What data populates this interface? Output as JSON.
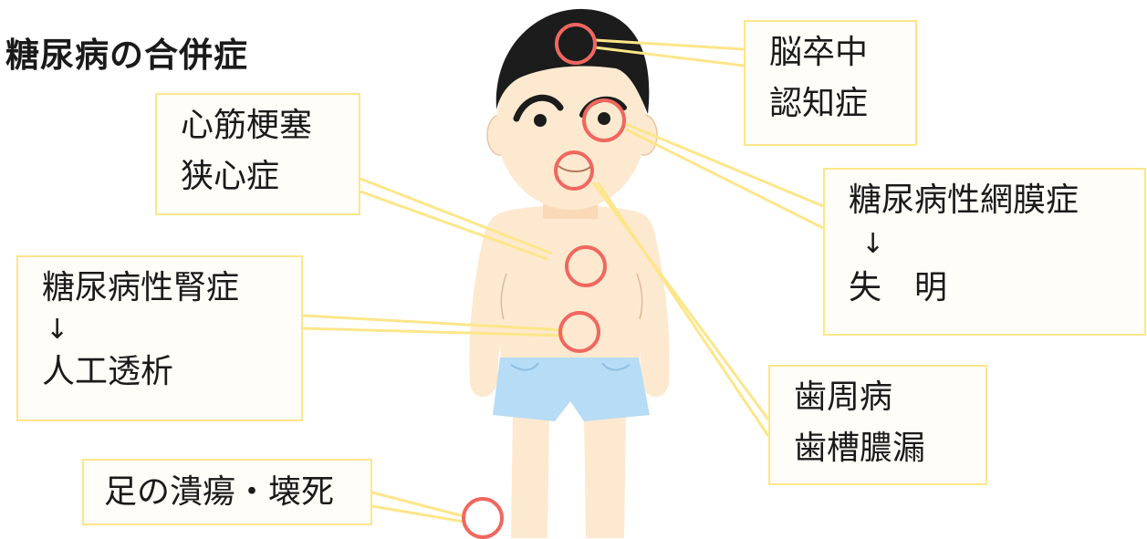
{
  "title": "糖尿病の合併症",
  "labels": {
    "stroke": [
      "脳卒中",
      "認知症"
    ],
    "heart": [
      "心筋梗塞",
      "狭心症"
    ],
    "retina": {
      "condition": "糖尿病性網膜症",
      "arrow": "↓",
      "outcome": "失　明"
    },
    "kidney": {
      "condition": "糖尿病性腎症",
      "arrow": "↓",
      "outcome": "人工透析"
    },
    "periodontal": [
      "歯周病",
      "歯槽膿漏"
    ],
    "foot": "足の潰瘍・壊死"
  },
  "colors": {
    "marker": "#f0675f",
    "connector": "#fde68a",
    "box_border": "#fde68a",
    "skin": "#fde9cf",
    "hair": "#1c1c1c",
    "shorts": "#b7dcf5"
  }
}
